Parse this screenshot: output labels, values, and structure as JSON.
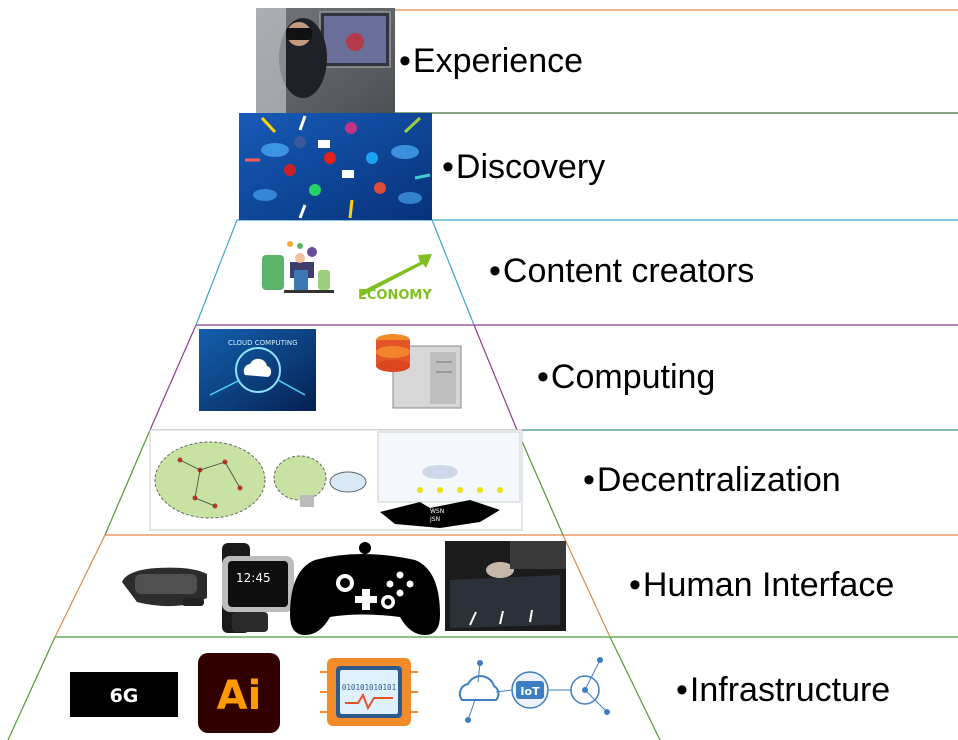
{
  "layers": [
    {
      "label": "Experience",
      "line_color": "#e08a4a"
    },
    {
      "label": "Discovery",
      "line_color": "#4f7a3a"
    },
    {
      "label": "Content creators",
      "line_color": "#3aa0c8"
    },
    {
      "label": "Computing",
      "line_color": "#8a3a8a"
    },
    {
      "label": "Decentralization",
      "line_color": "#3a8a8a"
    },
    {
      "label": "Human Interface",
      "line_color": "#e08a4a"
    },
    {
      "label": "Infrastructure",
      "line_color": "#4f9a3a"
    }
  ],
  "bullet": "•",
  "icons": {
    "economy_text": "ECONOMY",
    "cloud_text": "CLOUD COMPUTING",
    "watch_time": "12:45",
    "wsn_text": "WSN",
    "jsn_text": "JSN",
    "sixg_text": "6G",
    "ai_text": "Ai",
    "chip_text": "010101010101",
    "iot_text": "IoT"
  }
}
